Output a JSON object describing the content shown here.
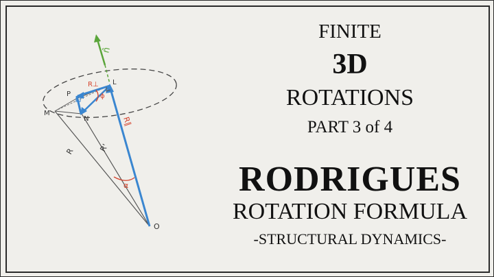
{
  "titles": {
    "line1": "FINITE",
    "line2": "3D",
    "line3": "ROTATIONS",
    "line4": "PART 3 of 4",
    "line5": "RODRIGUES",
    "line6": "ROTATION FORMULA",
    "line7": "-STRUCTURAL DYNAMICS-"
  },
  "diagram": {
    "labels": {
      "n_hat": "n̂",
      "P": "P",
      "L": "L",
      "M": "M",
      "N": "N",
      "O": "O",
      "R_perp": "R⊥",
      "phi": "ϕ",
      "R_par": "R∥",
      "R": "R",
      "R_prime": "R'",
      "alpha": "α"
    },
    "colors": {
      "blue": "#3a86d0",
      "green": "#5aa53a",
      "red": "#d5442e",
      "ink": "#3a3a3a"
    }
  }
}
